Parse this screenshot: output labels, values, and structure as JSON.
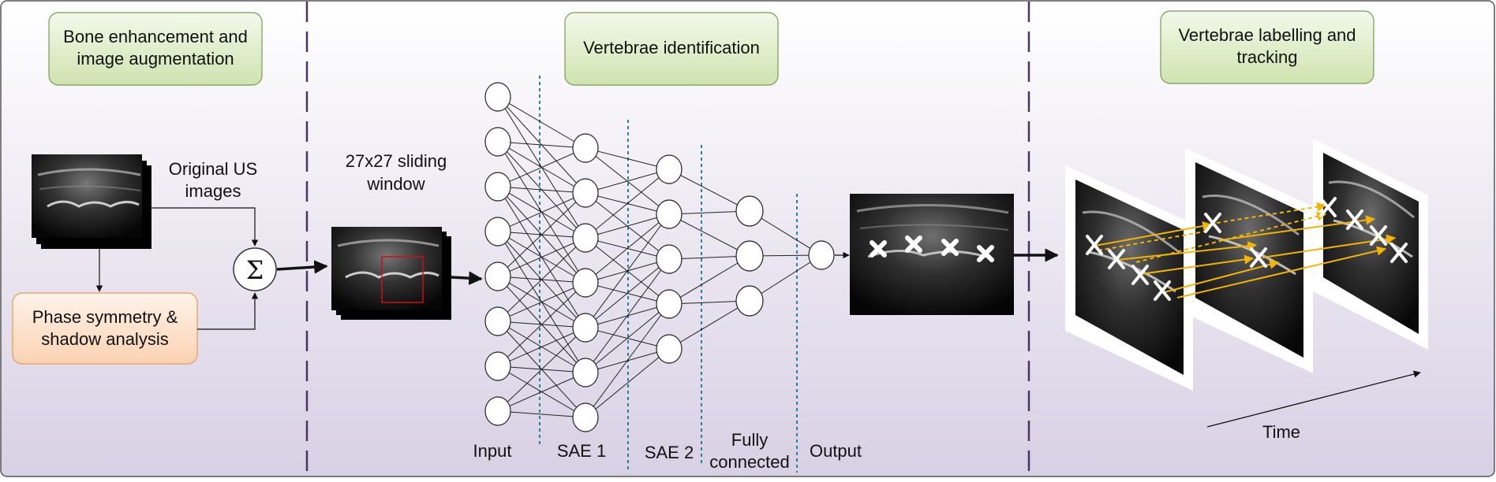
{
  "panels": {
    "left": {
      "title_line1": "Bone enhancement and",
      "title_line2": "image augmentation"
    },
    "middle": {
      "title": "Vertebrae identification"
    },
    "right": {
      "title_line1": "Vertebrae labelling and",
      "title_line2": "tracking"
    }
  },
  "left": {
    "original_line1": "Original US",
    "original_line2": "images",
    "phase_line1": "Phase symmetry &",
    "phase_line2": "shadow analysis",
    "sum_symbol": "Σ"
  },
  "middle": {
    "window_line1": "27x27 sliding",
    "window_line2": "window",
    "layers": {
      "input": "Input",
      "sae1": "SAE 1",
      "sae2": "SAE 2",
      "fc_line1": "Fully",
      "fc_line2": "connected",
      "output": "Output"
    },
    "layer_sizes": [
      8,
      7,
      5,
      3,
      1
    ]
  },
  "right": {
    "time_label": "Time"
  },
  "colors": {
    "panel_bg_top": "#ffffff",
    "panel_bg_bottom": "#d8d0e4",
    "title_box_fill": "#dcebc4",
    "title_box_stroke": "#7a9a54",
    "phase_box_fill": "#fde0c8",
    "phase_box_stroke": "#e79a58",
    "divider": "#4a3466",
    "dotted_divider": "#2a7f9a",
    "arrow_yellow": "#f4b400",
    "window_rect": "#d01010"
  }
}
